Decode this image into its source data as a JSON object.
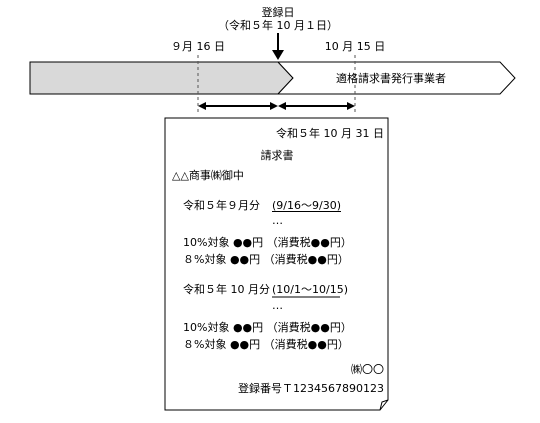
{
  "registration": {
    "title": "登録日",
    "date": "（令和５年 10 月１日）"
  },
  "timeline": {
    "left_label": "９月 16 日",
    "right_label": "10 月 15 日",
    "after_label": "適格請求書発行事業者"
  },
  "invoice": {
    "date": "令和５年 10 月 31 日",
    "title": "請求書",
    "recipient": "△△商事㈱御中",
    "sep_period_label": "令和５年９月分",
    "sep_period_range": "(9/16～9/30)",
    "ellipsis1": "…",
    "sep_line1": "10%対象 ●●円 （消費税●●円）",
    "sep_line2": "８%対象 ●●円 （消費税●●円）",
    "oct_period_label": "令和５年 10 月分",
    "oct_period_range": "(10/1～10/15)",
    "ellipsis2": "…",
    "oct_line1": "10%対象 ●●円 （消費税●●円）",
    "oct_line2": "８%対象 ●●円 （消費税●●円）",
    "issuer": "㈱〇〇",
    "registration_number": "登録番号Ｔ1234567890123"
  }
}
